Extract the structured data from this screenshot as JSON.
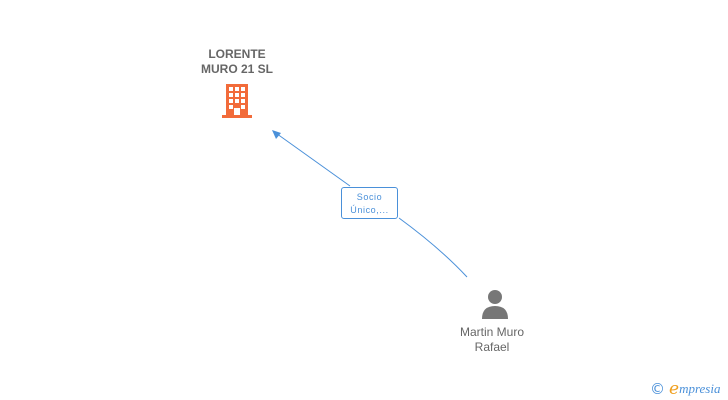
{
  "company": {
    "name_line1": "LORENTE",
    "name_line2": "MURO 21 SL",
    "icon": "building-icon",
    "icon_color": "#f26b3a"
  },
  "relation": {
    "label_line1": "Socio",
    "label_line2": "Único,...",
    "line_color": "#4a90d9"
  },
  "person": {
    "name_line1": "Martin Muro",
    "name_line2": "Rafael",
    "icon": "person-icon",
    "icon_color": "#777777"
  },
  "brand": {
    "copyright": "©",
    "initial": "e",
    "rest": "mpresia",
    "icon": "copyright-icon"
  }
}
